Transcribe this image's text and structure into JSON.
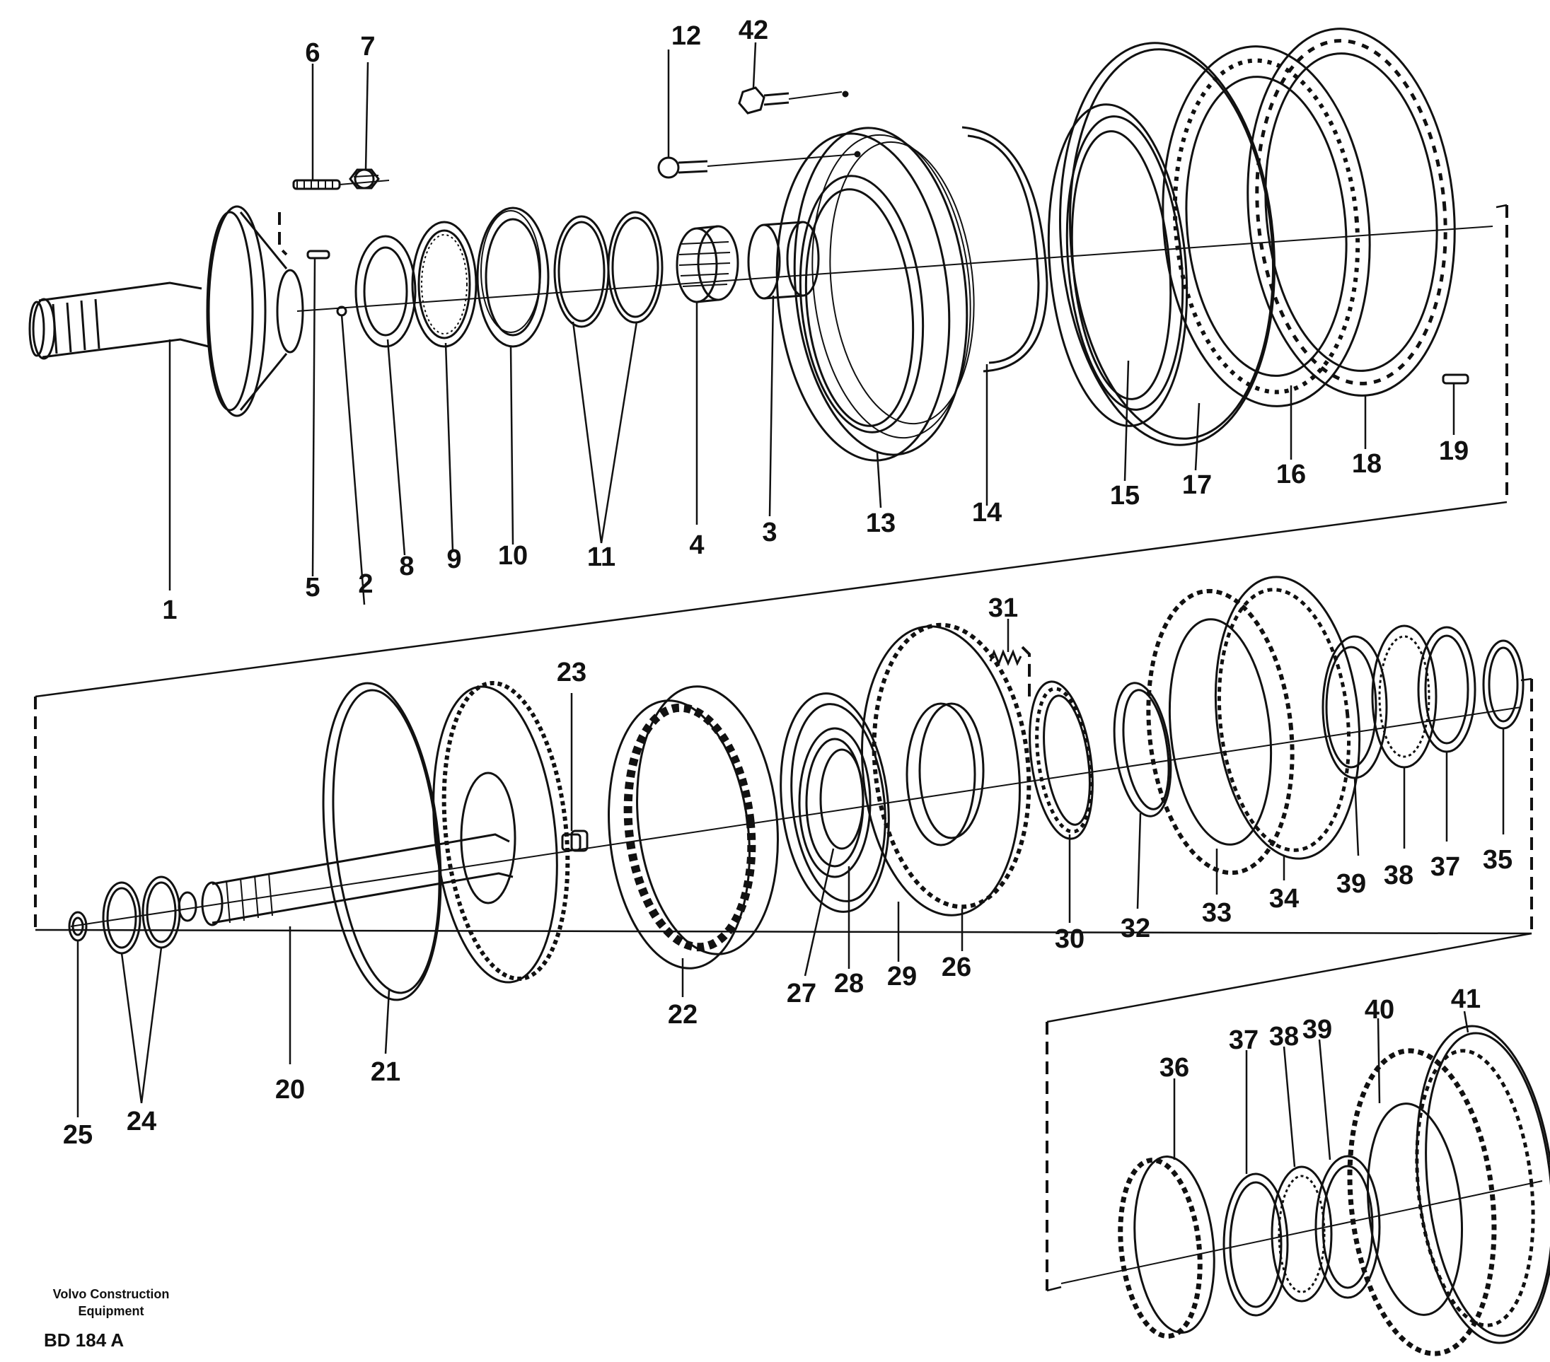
{
  "labels": [
    "1",
    "2",
    "3",
    "4",
    "5",
    "6",
    "7",
    "8",
    "9",
    "10",
    "11",
    "12",
    "13",
    "14",
    "15",
    "16",
    "17",
    "18",
    "19",
    "20",
    "21",
    "22",
    "23",
    "24",
    "25",
    "26",
    "27",
    "28",
    "29",
    "30",
    "31",
    "32",
    "33",
    "34",
    "35",
    "36",
    "37",
    "38",
    "39",
    "40",
    "41",
    "42",
    "37",
    "38",
    "39"
  ],
  "footer": {
    "maker_line1": "Volvo Construction",
    "maker_line2": "Equipment",
    "code": "BD 184 A"
  }
}
